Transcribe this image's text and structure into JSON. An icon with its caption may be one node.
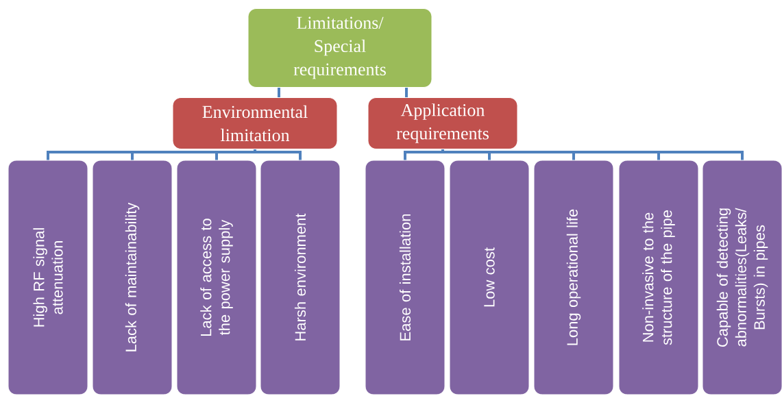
{
  "diagram": {
    "nodes": [
      {
        "text": [
          "Limitations/ Special requirements"
        ]
      },
      {
        "text": [
          "Environmental limitation"
        ]
      },
      {
        "text": [
          "Application requirements"
        ]
      },
      {
        "text": [
          "High RF signal attenuation"
        ]
      },
      {
        "text": [
          "Lack of maintainability"
        ]
      },
      {
        "text": [
          "Lack of access to the power supply"
        ]
      },
      {
        "text": [
          "Harsh environment"
        ]
      },
      {
        "text": [
          "Ease of installation"
        ]
      },
      {
        "text": [
          "Low cost"
        ]
      },
      {
        "text": [
          "Long operational life"
        ]
      },
      {
        "text": [
          "Non-invasive to the structure of the pipe"
        ]
      },
      {
        "text": [
          "Capable of detecting abnormalities(Leaks/ Bursts) in pipes"
        ]
      }
    ],
    "edges": [
      {
        "from": 0,
        "to": 1,
        "arrow": "none"
      },
      {
        "from": 0,
        "to": 2,
        "arrow": "none"
      },
      {
        "from": 1,
        "to": 3,
        "arrow": "none"
      },
      {
        "from": 1,
        "to": 4,
        "arrow": "none"
      },
      {
        "from": 1,
        "to": 5,
        "arrow": "none"
      },
      {
        "from": 1,
        "to": 6,
        "arrow": "none"
      },
      {
        "from": 2,
        "to": 7,
        "arrow": "none"
      },
      {
        "from": 2,
        "to": 8,
        "arrow": "none"
      },
      {
        "from": 2,
        "to": 9,
        "arrow": "none"
      },
      {
        "from": 2,
        "to": 10,
        "arrow": "none"
      },
      {
        "from": 2,
        "to": 11,
        "arrow": "none"
      }
    ]
  }
}
